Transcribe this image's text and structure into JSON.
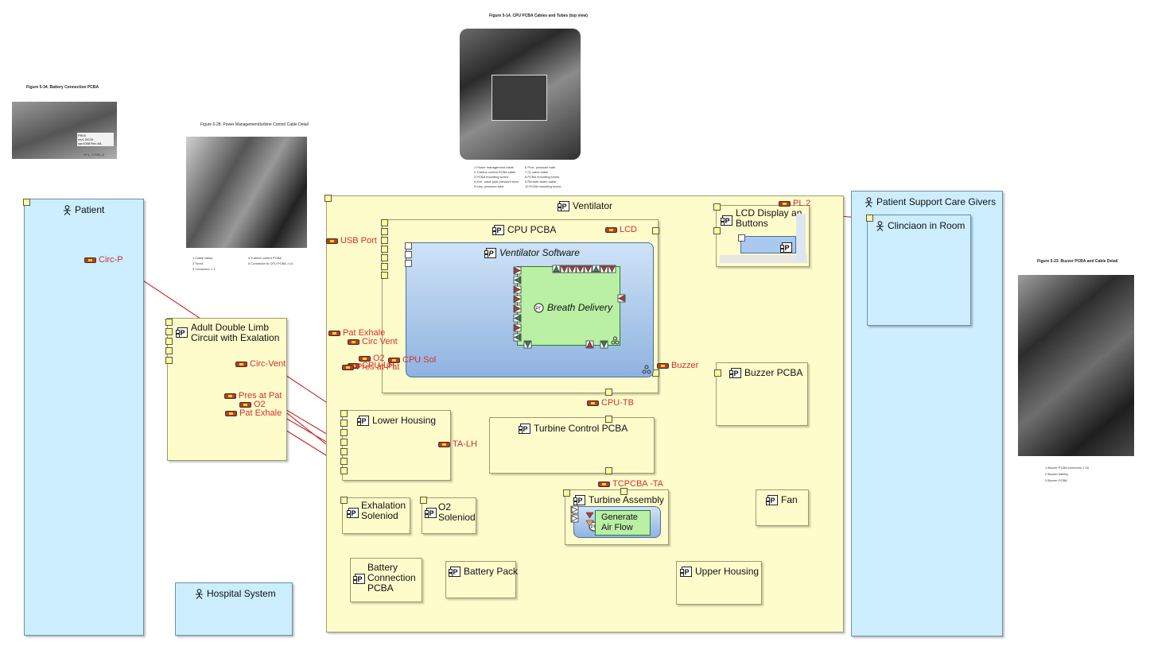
{
  "figures": {
    "battery_caption": "Figure 5-34.  Battery Connection PCBA",
    "battery_legend": [
      "VT4_7173B_A"
    ],
    "battery_label": [
      "PR00",
      "rev1 I0078",
      "vpc1058 Rev AA"
    ],
    "power_caption": "Figure 5-28.  Power Management/turbine Control Cable Detail",
    "power_legend": [
      "1   Cable clamp",
      "2   Tcred",
      "3   Connector J 1",
      "4   Turbine control PCBA",
      "5   Connector to CPU PCBA J 14"
    ],
    "cpu_caption": "Figure 5-14.  CPU PCBA Cables and Tubes (top view)",
    "cpu_legend_left": [
      "1   Power management cable",
      "2   Turbine control PCBA cable",
      "3   PCBA mounting screw",
      "4   Exh. valve pilot pressure tube",
      "5   Insp. pressure tube"
    ],
    "cpu_legend_right": [
      "6   Prox. pressure tube",
      "7   O₂ valve cable",
      "8   PCBA mounting screw",
      "9   Remote alarm cable",
      "10  PCBA mounting screw"
    ],
    "buzzer_caption": "Figure 5-23.  Buzzer PCBA and Cable Detail",
    "buzzer_legend": [
      "1   Buzzer PCBA connector J 18",
      "2   Buzzer battery",
      "3   Buzzer PCBA"
    ]
  },
  "actors": {
    "patient": "Patient",
    "hospital": "Hospital System",
    "support": "Patient Support Care Givers",
    "clinician": "Clinciaon in Room"
  },
  "parts": {
    "ventilator": "Ventilator",
    "cpu_pcba": "CPU PCBA",
    "vent_software": "Ventilator Software",
    "breath_delivery": "Breath Delivery",
    "lcd": [
      "LCD Display an",
      "Buttons"
    ],
    "buzzer_pcba": "Buzzer PCBA",
    "adult_circuit": [
      "Adult Double Limb",
      "Circuit with Exalation"
    ],
    "lower_housing": "Lower Housing",
    "turbine_control": "Turbine Control PCBA",
    "turbine_assembly": "Turbine Assembly",
    "generate_air": [
      "Generate",
      "Air Flow"
    ],
    "exhalation": [
      "Exhalation",
      "Soleniod"
    ],
    "o2_sol": [
      "O2",
      "Soleniod"
    ],
    "fan": "Fan",
    "battery_conn": [
      "Battery",
      "Connection",
      "PCBA"
    ],
    "battery_pack": "Battery Pack",
    "upper_housing": "Upper Housing",
    "part_icon": "P"
  },
  "flows": {
    "circ_p": "Circ-P",
    "circ_vent_left": "Circ-Vent",
    "pres_at_pat_left": "Pres at Pat",
    "o2_left": "O2",
    "pat_exhale_left": "Pat Exhale",
    "usb_port": "USB Port",
    "lcd": "LCD",
    "pl2": "PL 2",
    "pat_exhale": "Pat Exhale",
    "circ_vent": "Circ Vent",
    "o2": "O2",
    "cpu_lh": "CPU-LH",
    "pres_at_pat": "Pres at Pat",
    "cpu_sol": "CPU Sol",
    "buzzer": "Buzzer",
    "cpu_tb": "CPU-TB",
    "ta_lh": "TA-LH",
    "tcpcba_ta": "TCPCBA -TA"
  },
  "colors": {
    "actor_fill": "#cceeff",
    "part_fill": "#fffccc",
    "software_fill": "#8fb3e0",
    "breath_fill": "#b9f0a4",
    "flow_red": "#d23030",
    "connector_line": "#cc2222"
  }
}
